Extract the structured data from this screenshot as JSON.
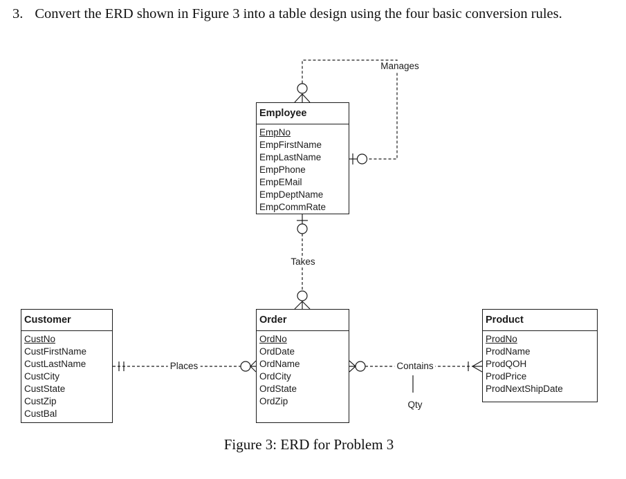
{
  "problem": {
    "number": "3.",
    "text": "Convert the ERD shown in Figure 3 into a table design using the four basic conversion rules."
  },
  "figure_caption": "Figure 3: ERD for Problem 3",
  "colors": {
    "ink": "#1b1b1b",
    "paper": "#ffffff"
  },
  "diagram": {
    "entities": {
      "employee": {
        "name": "Employee",
        "primary_key": "EmpNo",
        "attributes": [
          "EmpNo",
          "EmpFirstName",
          "EmpLastName",
          "EmpPhone",
          "EmpEMail",
          "EmpDeptName",
          "EmpCommRate"
        ]
      },
      "customer": {
        "name": "Customer",
        "primary_key": "CustNo",
        "attributes": [
          "CustNo",
          "CustFirstName",
          "CustLastName",
          "CustCity",
          "CustState",
          "CustZip",
          "CustBal"
        ]
      },
      "order": {
        "name": "Order",
        "primary_key": "OrdNo",
        "attributes": [
          "OrdNo",
          "OrdDate",
          "OrdName",
          "OrdCity",
          "OrdState",
          "OrdZip"
        ]
      },
      "product": {
        "name": "Product",
        "primary_key": "ProdNo",
        "attributes": [
          "ProdNo",
          "ProdName",
          "ProdQOH",
          "ProdPrice",
          "ProdNextShipDate"
        ]
      }
    },
    "relationships": {
      "manages": {
        "label": "Manages",
        "type": "self-referencing",
        "entity": "Employee",
        "top_end_symbol": "circle-crow-foot-optional-many",
        "side_end_symbol": "bar-circle-optional-one"
      },
      "takes": {
        "label": "Takes",
        "from": "Employee",
        "to": "Order",
        "employee_end_symbol": "bar-circle-optional-one",
        "order_end_symbol": "circle-crow-foot-optional-many"
      },
      "places": {
        "label": "Places",
        "from": "Customer",
        "to": "Order",
        "customer_end_symbol": "double-bar-mandatory-one",
        "order_end_symbol": "circle-crow-foot-optional-many"
      },
      "contains": {
        "label": "Contains",
        "from": "Order",
        "to": "Product",
        "order_end_symbol": "circle-crow-foot-optional-many",
        "product_end_symbol": "bar-crow-foot-mandatory-many",
        "attribute": "Qty"
      }
    }
  }
}
